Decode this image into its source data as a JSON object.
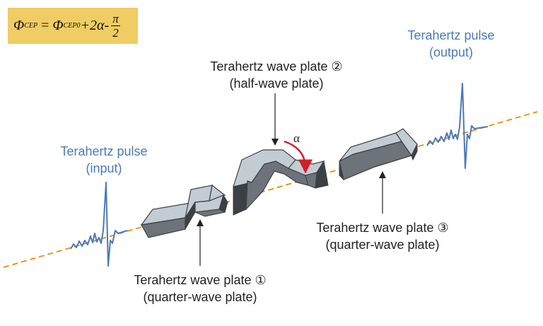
{
  "formula": {
    "phi": "Φ",
    "sub_cep": "CEP",
    "eq": "=",
    "sub_cep0": "CEP0",
    "term": "+2α-",
    "num": "π",
    "den": "2"
  },
  "pulse_input": {
    "line1": "Terahertz pulse",
    "line2": "(input)"
  },
  "pulse_output": {
    "line1": "Terahertz pulse",
    "line2": "(output)"
  },
  "plate1": {
    "line1": "Terahertz wave plate ①",
    "line2": "(quarter-wave plate)"
  },
  "plate2": {
    "line1": "Terahertz wave plate ②",
    "line2": "(half-wave plate)"
  },
  "plate3": {
    "line1": "Terahertz wave plate ③",
    "line2": "(quarter-wave plate)"
  },
  "alpha_label": "α",
  "colors": {
    "beam": "#e8961e",
    "pulse": "#4a7ab8",
    "arrow_red": "#d0202a",
    "formula_bg": "#f0cd63",
    "plate_top": "#c4ccd3",
    "plate_side": "#6d7378",
    "plate_dark": "#3c4044"
  }
}
